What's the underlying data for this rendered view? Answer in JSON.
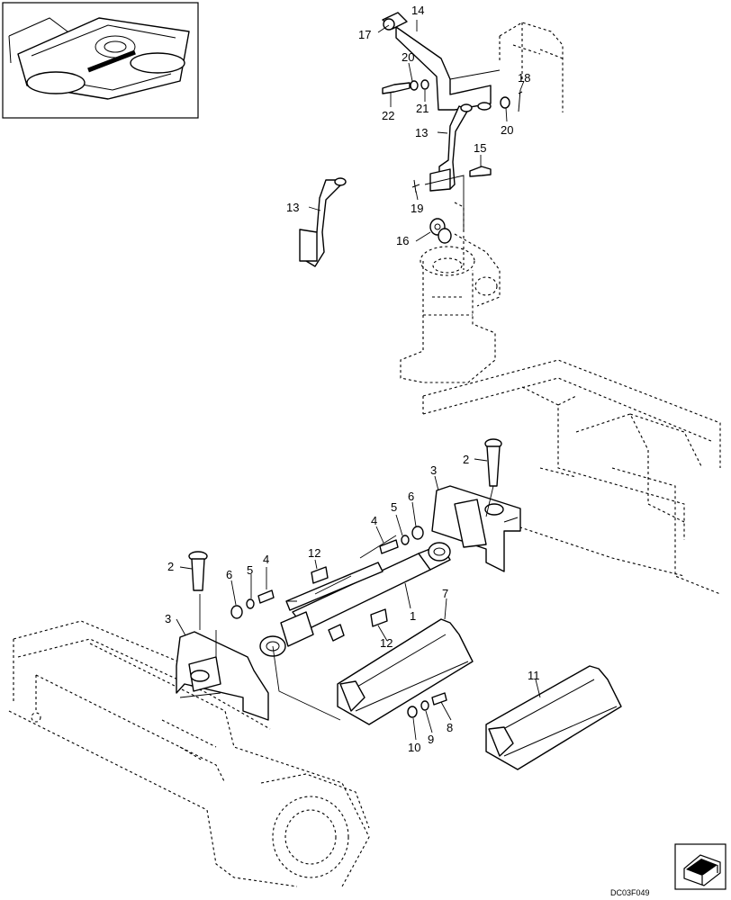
{
  "diagram": {
    "drawing_code": "DC03F049",
    "callouts": {
      "c1": "1",
      "c2a": "2",
      "c2b": "2",
      "c3a": "3",
      "c3b": "3",
      "c4a": "4",
      "c4b": "4",
      "c5a": "5",
      "c5b": "5",
      "c6a": "6",
      "c6b": "6",
      "c7": "7",
      "c8": "8",
      "c9": "9",
      "c10": "10",
      "c11": "11",
      "c12a": "12",
      "c12b": "12",
      "c13a": "13",
      "c13b": "13",
      "c14": "14",
      "c15": "15",
      "c16": "16",
      "c17": "17",
      "c18": "18",
      "c19": "19",
      "c20a": "20",
      "c20b": "20",
      "c21": "21",
      "c22": "22"
    }
  }
}
